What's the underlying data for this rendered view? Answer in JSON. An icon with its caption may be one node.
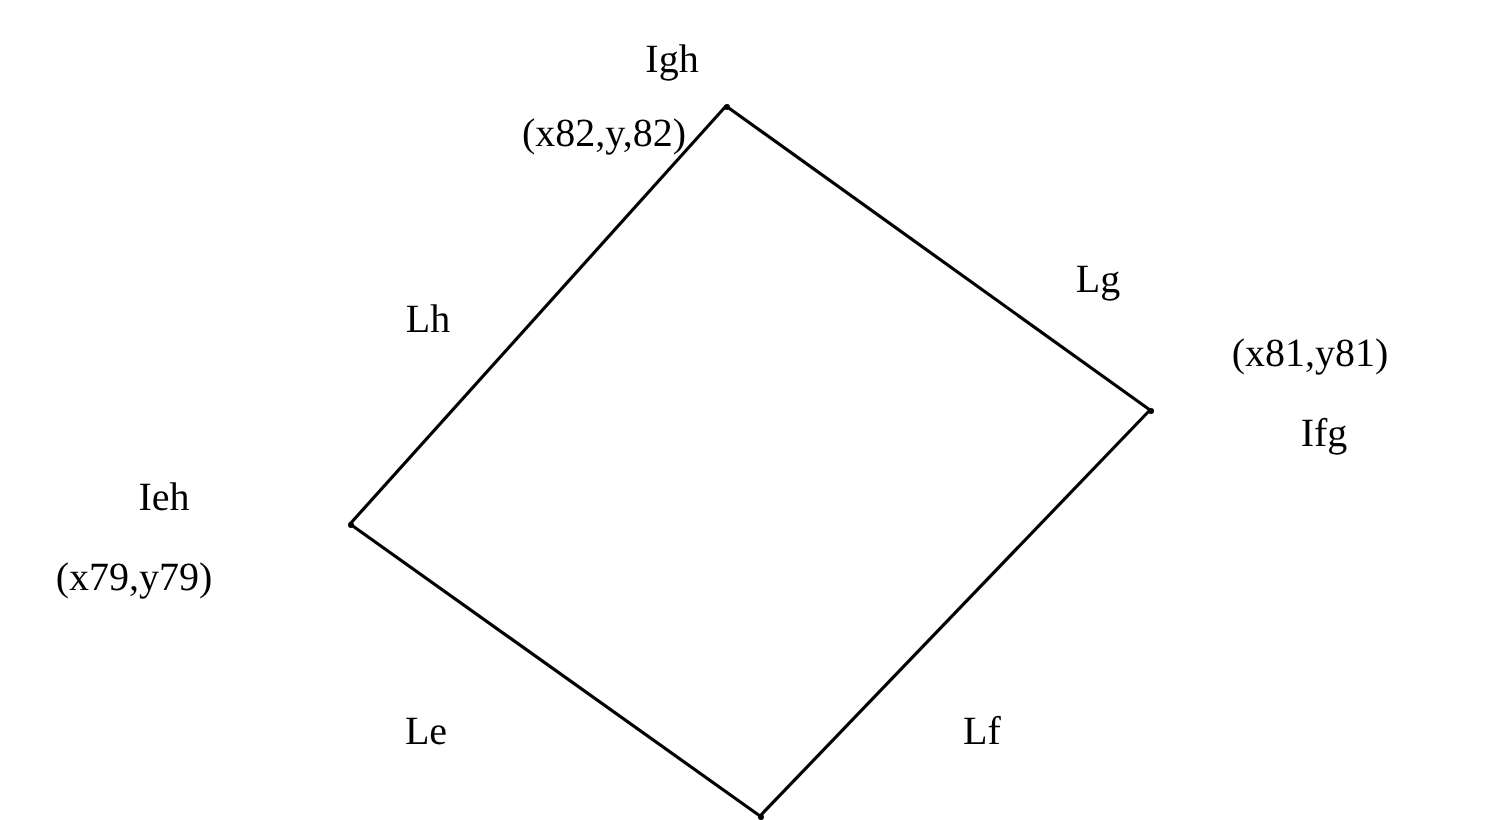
{
  "diagram": {
    "nodes": [
      {
        "text": [],
        "shape": "dot",
        "beside": [
          "Igh",
          "(x82,y,82)"
        ]
      },
      {
        "text": [],
        "shape": "dot",
        "beside": [
          "(x81,y81)",
          "Ifg"
        ]
      },
      {
        "text": [],
        "shape": "dot",
        "beside": [
          "Ieh",
          "(x79,y79)"
        ]
      },
      {
        "text": [],
        "shape": "dot"
      }
    ],
    "edges": [
      {
        "from": 0,
        "to": 2,
        "arrow": "none",
        "label": "Lh"
      },
      {
        "from": 0,
        "to": 1,
        "arrow": "none",
        "label": "Lg"
      },
      {
        "from": 2,
        "to": 3,
        "arrow": "none",
        "label": "Le"
      },
      {
        "from": 1,
        "to": 3,
        "arrow": "none",
        "label": "Lf"
      }
    ]
  }
}
